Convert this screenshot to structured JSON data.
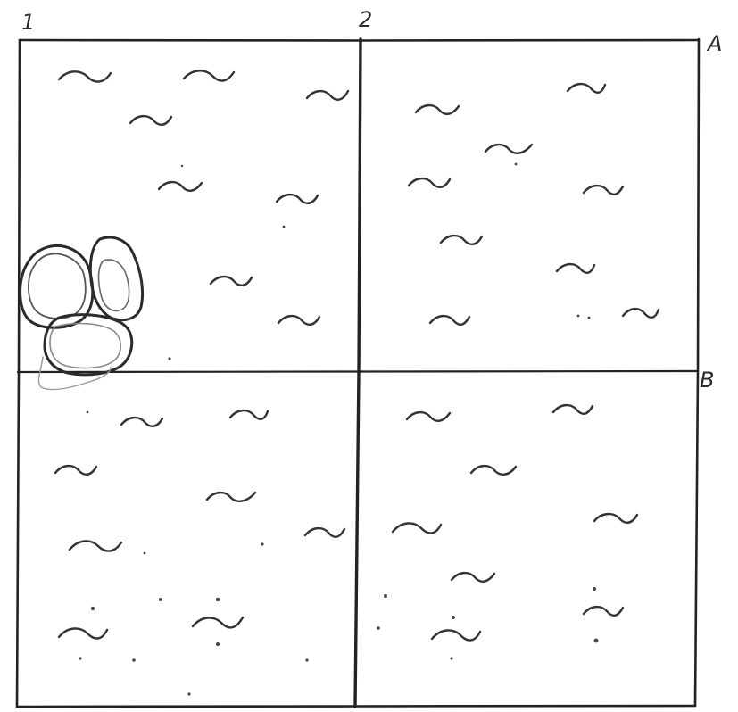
{
  "grid": {
    "column_labels": [
      "1",
      "2"
    ],
    "row_labels": [
      "A",
      "B"
    ]
  },
  "colors": {
    "ink": "#222222",
    "paper": "#ffffff"
  },
  "symbols": {
    "ground_mark": "tilde-icon",
    "stones": "stone-cluster-icon"
  }
}
